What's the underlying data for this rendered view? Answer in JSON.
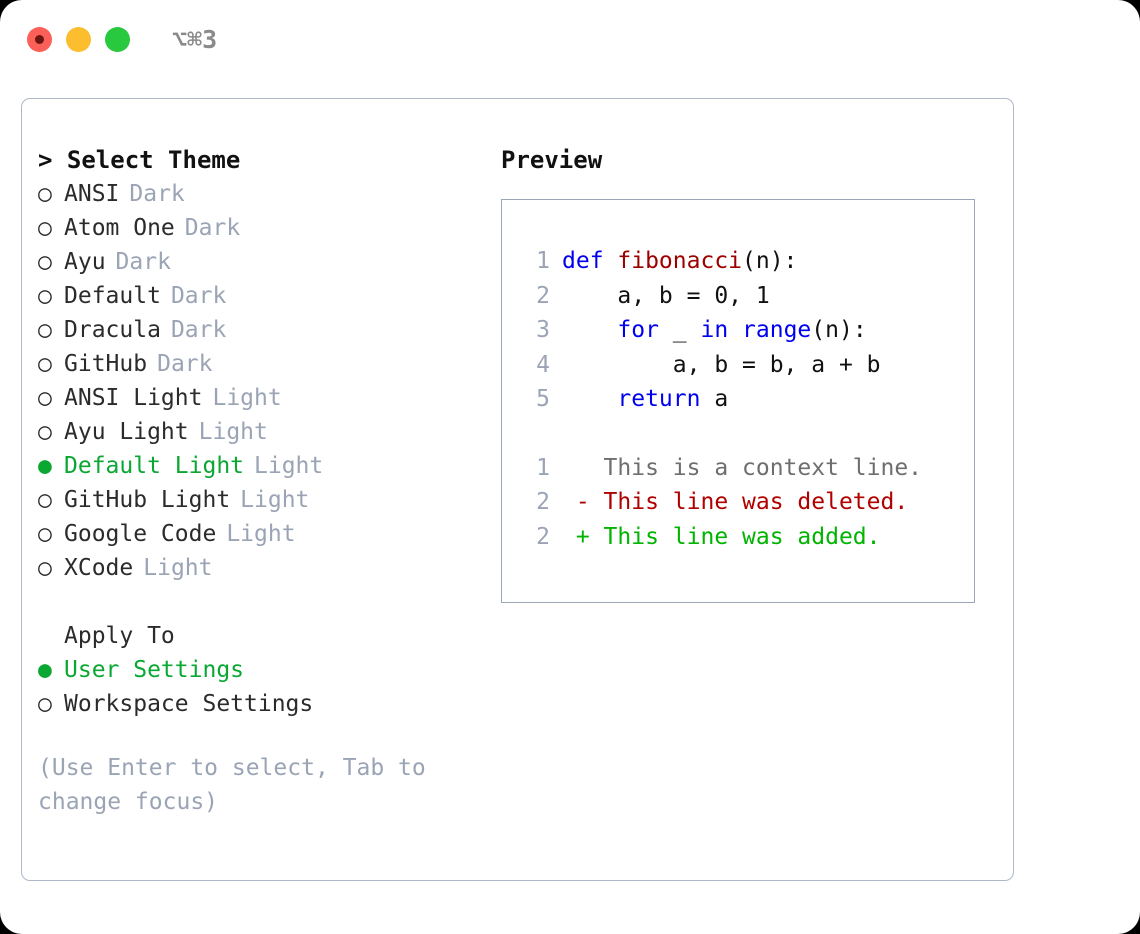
{
  "titlebar": {
    "shortcut": "⌥⌘3",
    "dots": [
      {
        "name": "close",
        "color": "#fb6058"
      },
      {
        "name": "minimize",
        "color": "#fcbd2e"
      },
      {
        "name": "maximize",
        "color": "#28c83f"
      }
    ]
  },
  "theme_picker": {
    "header": "> Select Theme",
    "selected_marker": "●",
    "unselected_marker": "○",
    "items": [
      {
        "label": "ANSI",
        "tag": "Dark",
        "selected": false
      },
      {
        "label": "Atom One",
        "tag": "Dark",
        "selected": false
      },
      {
        "label": "Ayu",
        "tag": "Dark",
        "selected": false
      },
      {
        "label": "Default",
        "tag": "Dark",
        "selected": false
      },
      {
        "label": "Dracula",
        "tag": "Dark",
        "selected": false
      },
      {
        "label": "GitHub",
        "tag": "Dark",
        "selected": false
      },
      {
        "label": "ANSI Light",
        "tag": "Light",
        "selected": false
      },
      {
        "label": "Ayu Light",
        "tag": "Light",
        "selected": false
      },
      {
        "label": "Default Light",
        "tag": "Light",
        "selected": true
      },
      {
        "label": "GitHub Light",
        "tag": "Light",
        "selected": false
      },
      {
        "label": "Google Code",
        "tag": "Light",
        "selected": false
      },
      {
        "label": "XCode",
        "tag": "Light",
        "selected": false
      }
    ]
  },
  "apply_to": {
    "header": "Apply To",
    "items": [
      {
        "label": "User Settings",
        "selected": true
      },
      {
        "label": "Workspace Settings",
        "selected": false
      }
    ]
  },
  "hint": "(Use Enter to select, Tab to change focus)",
  "preview": {
    "header": "Preview",
    "code_lines": [
      {
        "no": "1",
        "tokens": [
          {
            "text": "def ",
            "kind": "kw"
          },
          {
            "text": "fibonacci",
            "kind": "fn"
          },
          {
            "text": "(n):",
            "kind": "plain"
          }
        ]
      },
      {
        "no": "2",
        "tokens": [
          {
            "text": "    a, b = 0, 1",
            "kind": "plain"
          }
        ]
      },
      {
        "no": "3",
        "tokens": [
          {
            "text": "    ",
            "kind": "plain"
          },
          {
            "text": "for",
            "kind": "kw"
          },
          {
            "text": " _ ",
            "kind": "plain"
          },
          {
            "text": "in",
            "kind": "kw"
          },
          {
            "text": " ",
            "kind": "plain"
          },
          {
            "text": "range",
            "kind": "kw"
          },
          {
            "text": "(n):",
            "kind": "plain"
          }
        ]
      },
      {
        "no": "4",
        "tokens": [
          {
            "text": "        a, b = b, a + b",
            "kind": "plain"
          }
        ]
      },
      {
        "no": "5",
        "tokens": [
          {
            "text": "    ",
            "kind": "plain"
          },
          {
            "text": "return",
            "kind": "kw"
          },
          {
            "text": " a",
            "kind": "plain"
          }
        ]
      }
    ],
    "diff_lines": [
      {
        "no": "1",
        "text": "   This is a context line.",
        "kind": "ctx"
      },
      {
        "no": "2",
        "text": " - This line was deleted.",
        "kind": "del"
      },
      {
        "no": "2",
        "text": " + This line was added.",
        "kind": "add"
      }
    ]
  },
  "colors": {
    "accent_green": "#0aa832",
    "dim_gray": "#9aa4b5",
    "keyword_blue": "#0000ee",
    "function_red": "#9e0000",
    "diff_add_green": "#00b400",
    "diff_del_red": "#b00000",
    "panel_border": "#aeb8c6"
  }
}
